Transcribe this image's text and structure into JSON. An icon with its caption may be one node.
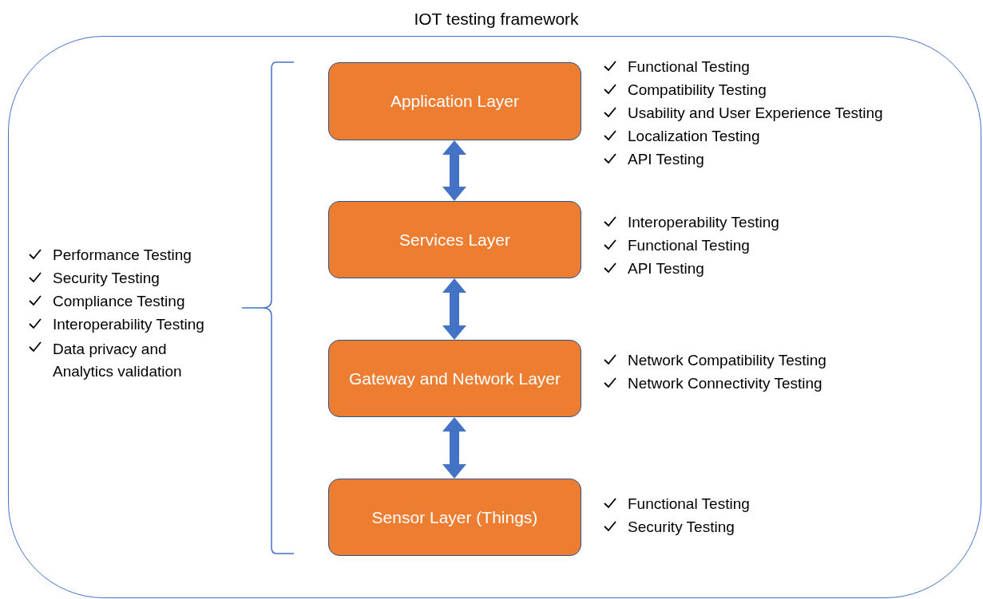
{
  "diagram": {
    "nodes": [
      {
        "text": [
          "IOT testing framework"
        ]
      },
      {
        "text": [
          "Application Layer"
        ],
        "in": 0,
        "beside": [
          "Functional Testing",
          "Compatibility Testing",
          "Usability and User Experience Testing",
          "Localization Testing",
          "API Testing"
        ]
      },
      {
        "text": [
          "Services Layer"
        ],
        "in": 0,
        "beside": [
          "Interoperability Testing",
          "Functional Testing",
          "API Testing"
        ]
      },
      {
        "text": [
          "Gateway and Network Layer"
        ],
        "in": 0,
        "beside": [
          "Network Compatibility Testing",
          "Network Connectivity Testing"
        ]
      },
      {
        "text": [
          "Sensor Layer (Things)"
        ],
        "in": 0,
        "beside": [
          "Functional Testing",
          "Security Testing"
        ]
      }
    ],
    "edges": [
      {
        "from": 1,
        "to": 2,
        "arrow": "both"
      },
      {
        "from": 2,
        "to": 3,
        "arrow": "both"
      },
      {
        "from": 3,
        "to": 4,
        "arrow": "both"
      }
    ],
    "labels": [
      "Performance Testing",
      "Security Testing",
      "Compliance Testing",
      "Interoperability Testing",
      "Data privacy and Analytics validation"
    ]
  }
}
